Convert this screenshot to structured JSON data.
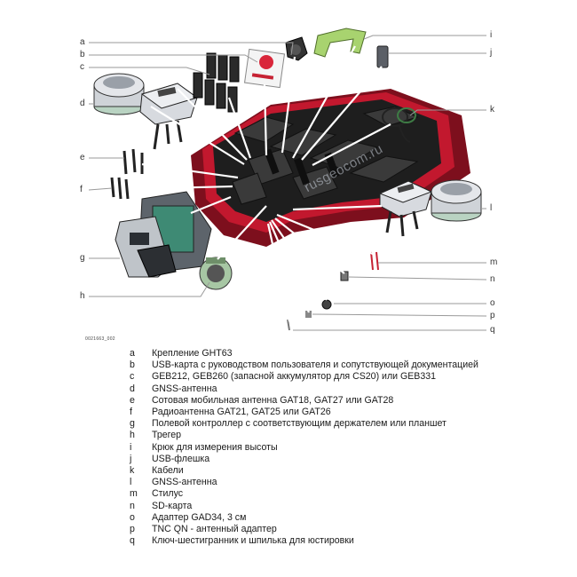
{
  "figure": {
    "code": "0021663_002",
    "watermark": "rusgeocom.ru",
    "callouts": {
      "a": "a",
      "b": "b",
      "c": "c",
      "d": "d",
      "e": "e",
      "f": "f",
      "g": "g",
      "h": "h",
      "i": "i",
      "j": "j",
      "k": "k",
      "l": "l",
      "m": "m",
      "n": "n",
      "o": "o",
      "p": "p",
      "q": "q"
    }
  },
  "legend": [
    {
      "key": "a",
      "text": "Крепление GHT63"
    },
    {
      "key": "b",
      "text": "USB-карта с руководством пользователя и сопутствующей документацией"
    },
    {
      "key": "c",
      "text": "GEB212, GEB260 (запасной аккумулятор для CS20) или GEB331"
    },
    {
      "key": "d",
      "text": "GNSS-антенна"
    },
    {
      "key": "e",
      "text": "Сотовая мобильная антенна GAT18, GAT27 или GAT28"
    },
    {
      "key": "f",
      "text": "Радиоантенна GAT21, GAT25 или GAT26"
    },
    {
      "key": "g",
      "text": "Полевой контроллер с соответствующим держателем или планшет"
    },
    {
      "key": "h",
      "text": "Трегер"
    },
    {
      "key": "i",
      "text": "Крюк для измерения высоты"
    },
    {
      "key": "j",
      "text": "USB-флешка"
    },
    {
      "key": "k",
      "text": "Кабели"
    },
    {
      "key": "l",
      "text": "GNSS-антенна"
    },
    {
      "key": "m",
      "text": "Стилус"
    },
    {
      "key": "n",
      "text": "SD-карта"
    },
    {
      "key": "o",
      "text": "Адаптер GAD34, 3 см"
    },
    {
      "key": "p",
      "text": "TNC QN - антенный адаптер"
    },
    {
      "key": "q",
      "text": "Ключ-шестигранник и шпилька для юстировки"
    }
  ]
}
